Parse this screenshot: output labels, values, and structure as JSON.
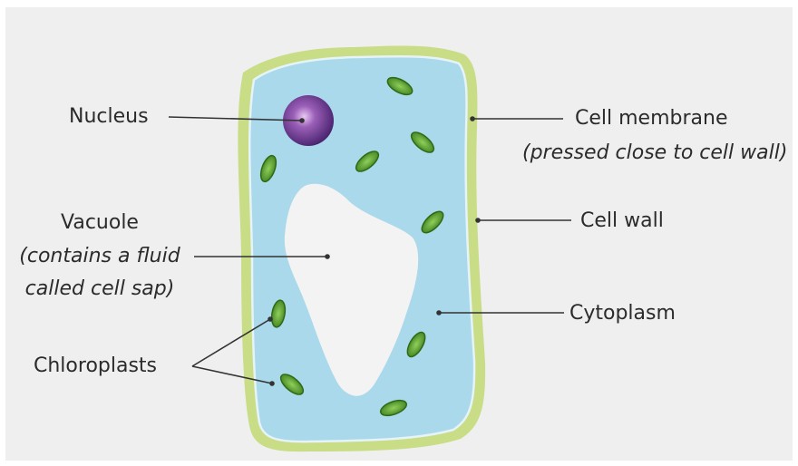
{
  "labels": {
    "nucleus": "Nucleus",
    "cell_membrane": "Cell membrane",
    "cell_membrane_note": "(pressed close to cell wall)",
    "cell_wall": "Cell wall",
    "vacuole": "Vacuole",
    "vacuole_note_1": "(contains a fluid",
    "vacuole_note_2": "called cell sap)",
    "cytoplasm": "Cytoplasm",
    "chloroplasts": "Chloroplasts"
  },
  "colors": {
    "cell_wall": "#c9dd86",
    "cytoplasm": "#a9d9ea",
    "vacuole": "#f3f3f3",
    "nucleus": "#6a3d8c",
    "chloroplast": "#5a9a2e",
    "line": "#333333"
  }
}
